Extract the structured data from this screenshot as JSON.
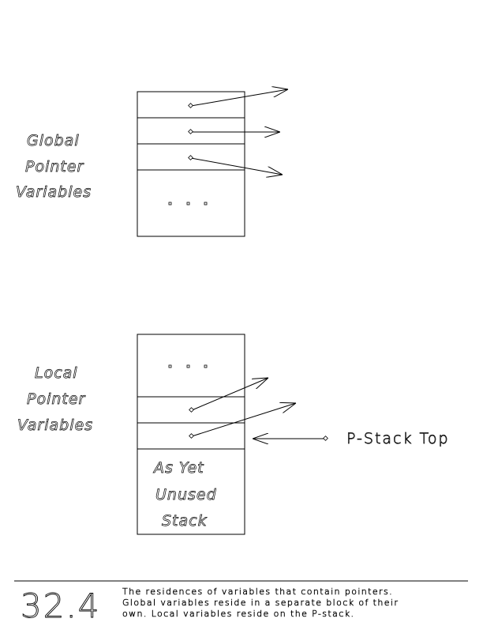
{
  "global": {
    "label_lines": [
      "Global",
      "Pointer",
      "Variables"
    ],
    "ellipsis": ". . ."
  },
  "local": {
    "label_lines": [
      "Local",
      "Pointer",
      "Variables"
    ],
    "ellipsis": ". . .",
    "unused_lines": [
      "As Yet",
      "Unused",
      "Stack"
    ]
  },
  "stack_top_label": "P-Stack Top",
  "figure": {
    "number": "32.4",
    "caption_lines": [
      "The residences of variables that contain pointers.",
      "Global variables reside in a separate block of their",
      "own.  Local variables reside on the P-stack."
    ]
  }
}
